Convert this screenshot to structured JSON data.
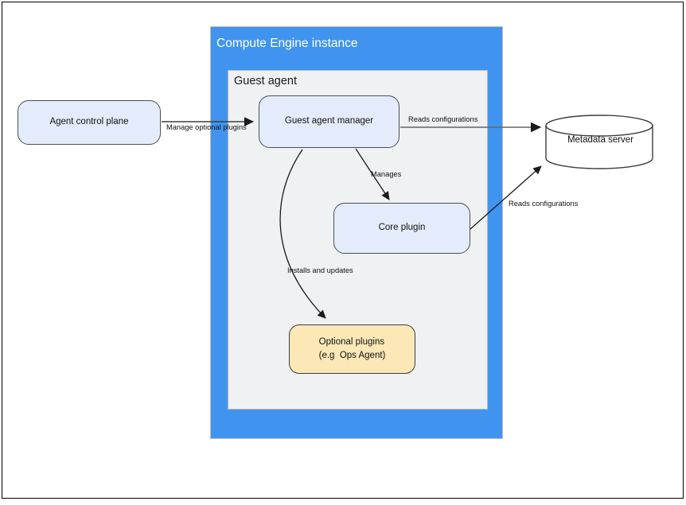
{
  "diagram": {
    "title_hidden": "Guest agent architecture on a Compute Engine instance",
    "containers": {
      "compute_engine": {
        "label": "Compute Engine instance",
        "color": "#4094ef",
        "text_color": "#ffffff"
      },
      "guest_agent": {
        "label": "Guest agent",
        "color": "#f0f1f2",
        "border_color": "#b7b7b7",
        "text_color": "#1a1a1a"
      }
    },
    "nodes": [
      {
        "id": "agent-control-plane",
        "label": "Agent control plane",
        "shape": "rounded-rect",
        "fill": "#e4ecfb",
        "stroke": "#4a4f57"
      },
      {
        "id": "guest-agent-manager",
        "label": "Guest agent manager",
        "shape": "rounded-rect",
        "fill": "#e4ecfb",
        "stroke": "#4a4f57"
      },
      {
        "id": "core-plugin",
        "label": "Core plugin",
        "shape": "rounded-rect",
        "fill": "#e4ecfb",
        "stroke": "#4a4f57"
      },
      {
        "id": "optional-plugins",
        "label_line1": "Optional plugins",
        "label_line2": "(e.g  Ops Agent)",
        "shape": "rounded-rect",
        "fill": "#fbe8b6",
        "stroke": "#3d3d3d"
      },
      {
        "id": "metadata-server",
        "label": "Metadata server",
        "shape": "cylinder",
        "fill": "#ffffff",
        "stroke": "#3d3d3d"
      }
    ],
    "edges": [
      {
        "id": "manage-optional-plugins",
        "from": "agent-control-plane",
        "to": "guest-agent-manager",
        "label": "Manage optional plugins",
        "style": "straight",
        "color": "#3d3d3d"
      },
      {
        "id": "reads-configurations-manager",
        "from": "guest-agent-manager",
        "to": "metadata-server",
        "label": "Reads configurations",
        "style": "straight",
        "color": "#666666"
      },
      {
        "id": "manages",
        "from": "guest-agent-manager",
        "to": "core-plugin",
        "label": "Manages",
        "style": "straight",
        "color": "#1a1a1a"
      },
      {
        "id": "installs-and-updates",
        "from": "guest-agent-manager",
        "to": "optional-plugins",
        "label": "Installs and updates",
        "style": "curved",
        "color": "#1a1a1a"
      },
      {
        "id": "reads-configurations-core",
        "from": "core-plugin",
        "to": "metadata-server",
        "label": "Reads configurations",
        "style": "straight",
        "color": "#1a1a1a"
      }
    ]
  }
}
